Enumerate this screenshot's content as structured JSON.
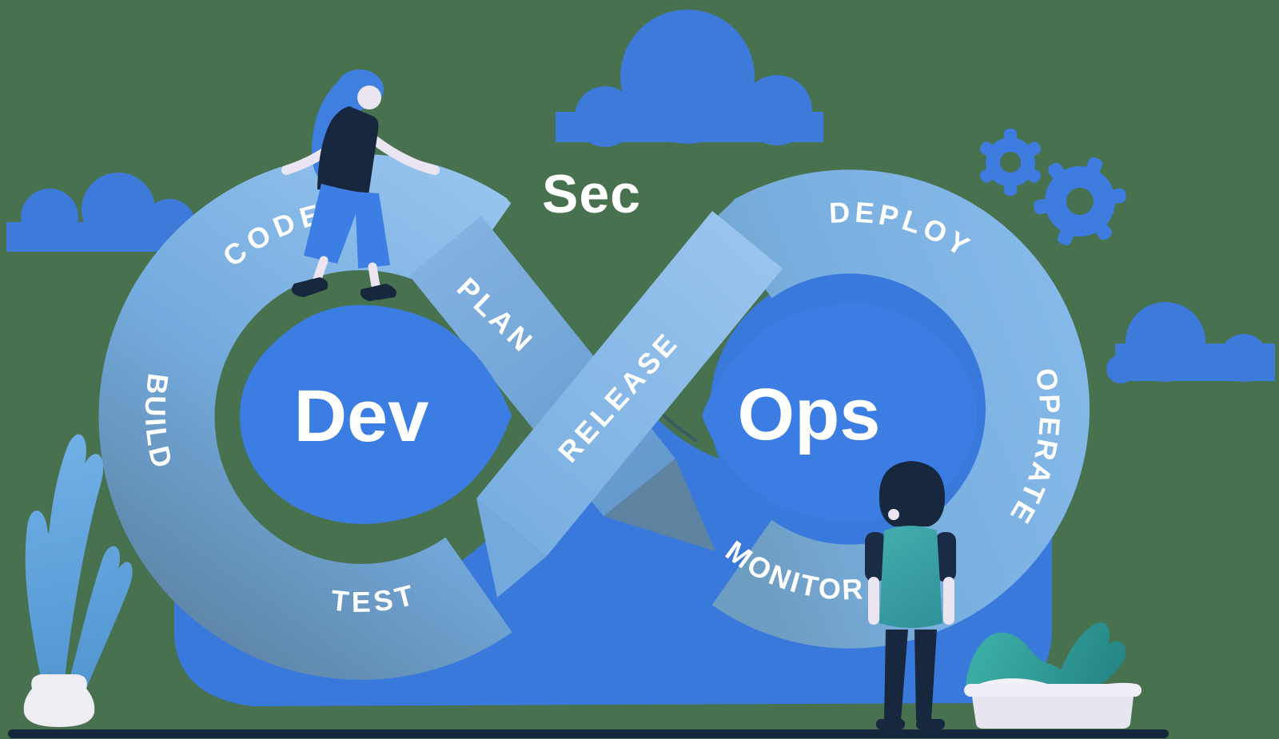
{
  "title": "DevSecOps infinity lifecycle illustration",
  "labels": {
    "sec": "Sec",
    "dev": "Dev",
    "ops": "Ops"
  },
  "stages": {
    "code": "CODE",
    "plan": "PLAN",
    "build": "BUILD",
    "test": "TEST",
    "release": "RELEASE",
    "deploy": "DEPLOY",
    "operate": "OPERATE",
    "monitor": "MONITOR"
  },
  "colors": {
    "background_green": "#47714F",
    "royal_blue": "#3B7ADC",
    "cloud_blue": "#3D7AD9",
    "gear_blue": "#3E7CE0",
    "ribbon_light": "#8FC0EA",
    "ribbon_mid": "#74ABDE",
    "ribbon_shade": "#5E86A8",
    "teardrop_blue": "#3C7DE3",
    "navy": "#16273E",
    "teal": "#3BA6A8",
    "soft_white": "#F1EFF6",
    "skin": "#EAE5F0",
    "hair_blue": "#3E7FE0"
  },
  "decorations": {
    "cloud_top": "cloud-icon",
    "cloud_left": "cloud-icon",
    "cloud_right": "cloud-icon",
    "gear_small": "gear-icon",
    "gear_large": "gear-icon",
    "woman": "woman-sitting-figure",
    "man": "man-standing-figure",
    "plant": "plant-icon",
    "vase": "vase-icon",
    "planter": "planter-box-icon",
    "floor": "floor-line"
  }
}
